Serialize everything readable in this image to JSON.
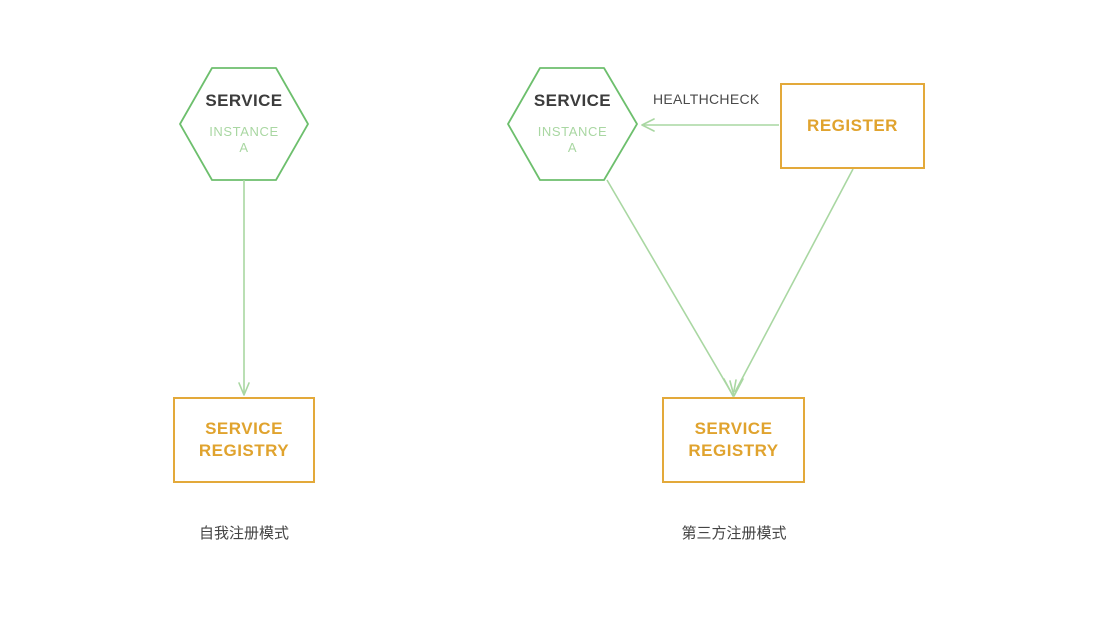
{
  "diagram": {
    "title": "",
    "background": "#ffffff",
    "colors": {
      "hex_stroke": "#6dbf6d",
      "hex_title_text": "#3c3c3c",
      "hex_sub_text": "#a9d7a2",
      "box_stroke": "#e3a93a",
      "box_text": "#e0a32e",
      "arrow": "#a9d7a2",
      "edge_label_text": "#4a4a4a",
      "caption_text": "#444444"
    },
    "panels": [
      {
        "id": "self-registration",
        "caption": "自我注册模式",
        "nodes": [
          {
            "id": "service-instance-a-left",
            "shape": "hexagon",
            "title": "SERVICE",
            "subtitle_line1": "INSTANCE",
            "subtitle_line2": "A"
          },
          {
            "id": "service-registry-left",
            "shape": "rectangle",
            "label_line1": "SERVICE",
            "label_line2": "REGISTRY"
          }
        ],
        "edges": [
          {
            "id": "edge-service-to-registry-left",
            "from": "service-instance-a-left",
            "to": "service-registry-left",
            "label": "",
            "direction": "down"
          }
        ]
      },
      {
        "id": "third-party-registration",
        "caption": "第三方注册模式",
        "nodes": [
          {
            "id": "service-instance-a-right",
            "shape": "hexagon",
            "title": "SERVICE",
            "subtitle_line1": "INSTANCE",
            "subtitle_line2": "A"
          },
          {
            "id": "register",
            "shape": "rectangle",
            "label_line1": "REGISTER",
            "label_line2": ""
          },
          {
            "id": "service-registry-right",
            "shape": "rectangle",
            "label_line1": "SERVICE",
            "label_line2": "REGISTRY"
          }
        ],
        "edges": [
          {
            "id": "edge-healthcheck",
            "from": "register",
            "to": "service-instance-a-right",
            "label": "HEALTHCHECK",
            "direction": "left"
          },
          {
            "id": "edge-service-to-registry-right",
            "from": "service-instance-a-right",
            "to": "service-registry-right",
            "label": "",
            "direction": "down-right"
          },
          {
            "id": "edge-register-to-registry",
            "from": "register",
            "to": "service-registry-right",
            "label": "",
            "direction": "down-left"
          }
        ]
      }
    ]
  }
}
